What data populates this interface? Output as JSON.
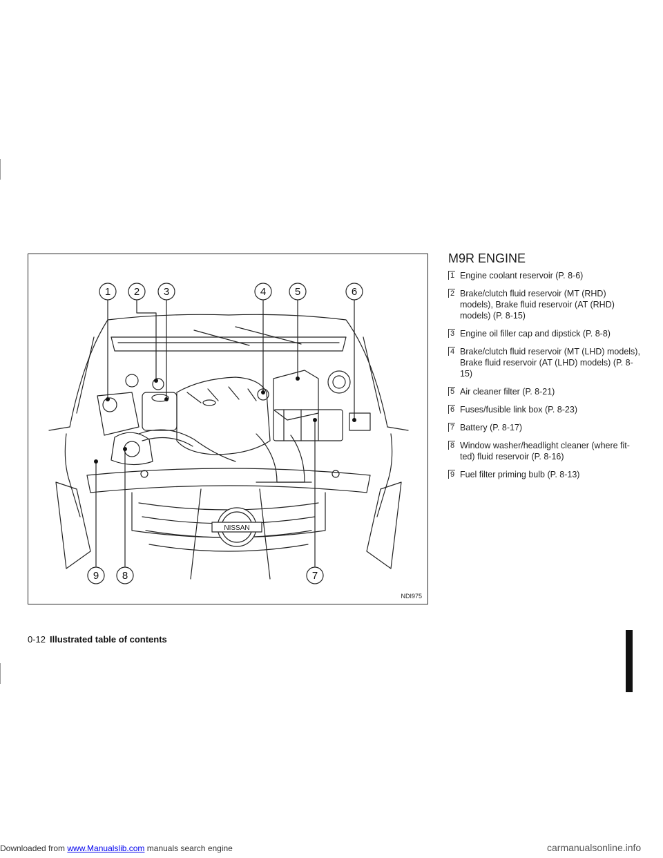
{
  "figure": {
    "code": "NDI975",
    "logo_text": "NISSAN",
    "callouts_top": [
      "1",
      "2",
      "3",
      "4",
      "5",
      "6"
    ],
    "callouts_bottom": [
      "9",
      "8",
      "7"
    ]
  },
  "section": {
    "title": "M9R ENGINE",
    "items": [
      {
        "num": "1",
        "text": "Engine coolant reservoir (P. 8-6)"
      },
      {
        "num": "2",
        "text": "Brake/clutch fluid reservoir (MT (RHD) models), Brake fluid reservoir (AT (RHD) models) (P. 8-15)"
      },
      {
        "num": "3",
        "text": "Engine oil filler cap and dipstick (P. 8-8)"
      },
      {
        "num": "4",
        "text": "Brake/clutch fluid reservoir (MT (LHD) models), Brake fluid reservoir (AT (LHD) models) (P. 8-15)"
      },
      {
        "num": "5",
        "text": "Air cleaner filter (P. 8-21)"
      },
      {
        "num": "6",
        "text": "Fuses/fusible link box (P. 8-23)"
      },
      {
        "num": "7",
        "text": "Battery (P. 8-17)"
      },
      {
        "num": "8",
        "text": "Window washer/headlight cleaner (where fit- ted) fluid reservoir (P. 8-16)"
      },
      {
        "num": "9",
        "text": "Fuel filter priming bulb (P. 8-13)"
      }
    ]
  },
  "footer": {
    "page": "0-12",
    "title": "Illustrated table of contents"
  },
  "banner": {
    "prefix": "Downloaded from ",
    "link": "www.Manualslib.com",
    "suffix": " manuals search engine"
  },
  "watermark": "carmanualsonline.info"
}
